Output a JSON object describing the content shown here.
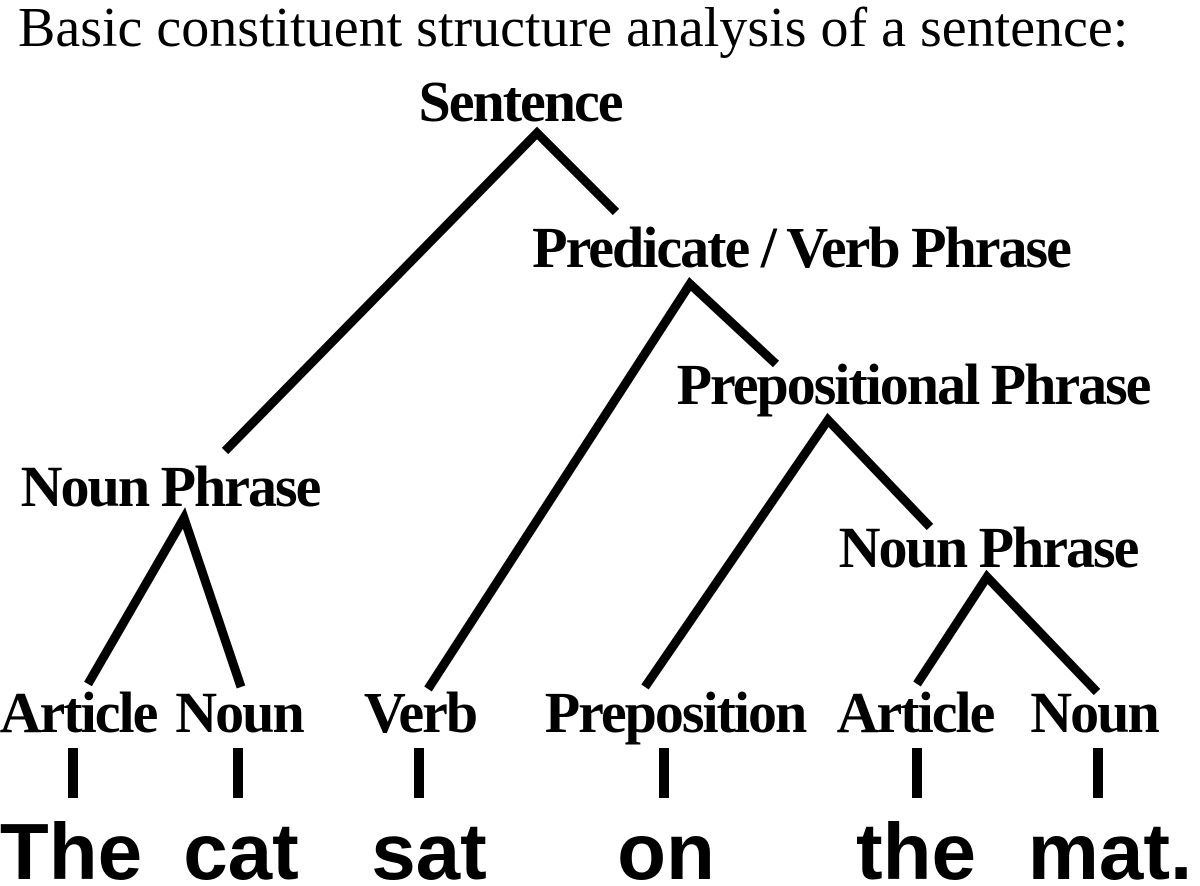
{
  "title": "Basic constituent structure analysis of a sentence:",
  "sentence": "The cat sat on the mat.",
  "colors": {
    "ink": "#000000",
    "background": "#ffffff"
  },
  "tree": {
    "label": "Sentence",
    "children": [
      {
        "label": "Noun Phrase",
        "children": [
          {
            "label": "Article",
            "word": "The"
          },
          {
            "label": "Noun",
            "word": "cat"
          }
        ]
      },
      {
        "label": "Predicate / Verb Phrase",
        "children": [
          {
            "label": "Verb",
            "word": "sat"
          },
          {
            "label": "Prepositional Phrase",
            "children": [
              {
                "label": "Preposition",
                "word": "on"
              },
              {
                "label": "Noun Phrase",
                "children": [
                  {
                    "label": "Article",
                    "word": "the"
                  },
                  {
                    "label": "Noun",
                    "word": "mat."
                  }
                ]
              }
            ]
          }
        ]
      }
    ]
  }
}
